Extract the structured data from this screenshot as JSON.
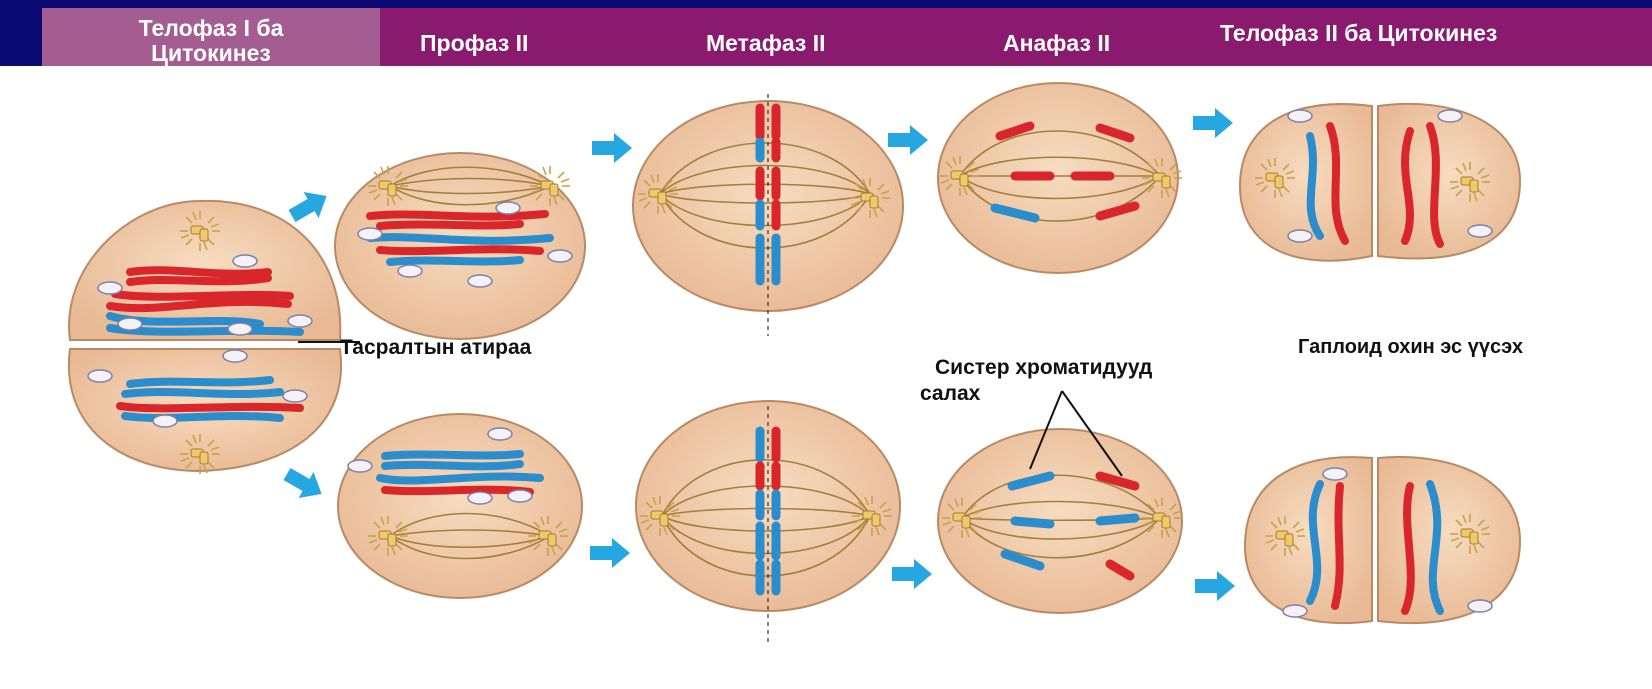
{
  "header": {
    "stages": [
      {
        "label_line1": "Телофаз I ба",
        "label_line2": "Цитокинез"
      },
      {
        "label": "Профаз  II"
      },
      {
        "label": "Метафаз II"
      },
      {
        "label": "Анафаз  II"
      },
      {
        "label": "Телофаз II ба Цитокинез"
      }
    ]
  },
  "labels": {
    "cleavage_furrow": "Тасралтын атираа",
    "haploid_cells": "Гаплоид охин эс үүсэх",
    "sister_chromatids_line1": "Систер хроматидууд",
    "sister_chromatids_line2": "салах"
  },
  "colors": {
    "background": "#0a0a72",
    "header_first": "#a45d91",
    "header": "#8a1a6e",
    "cell": "#f0c9a6",
    "chromosome_red": "#d9262b",
    "chromosome_blue": "#2c8dcc",
    "arrow": "#27a7e1",
    "spindle": "#a0803a"
  }
}
